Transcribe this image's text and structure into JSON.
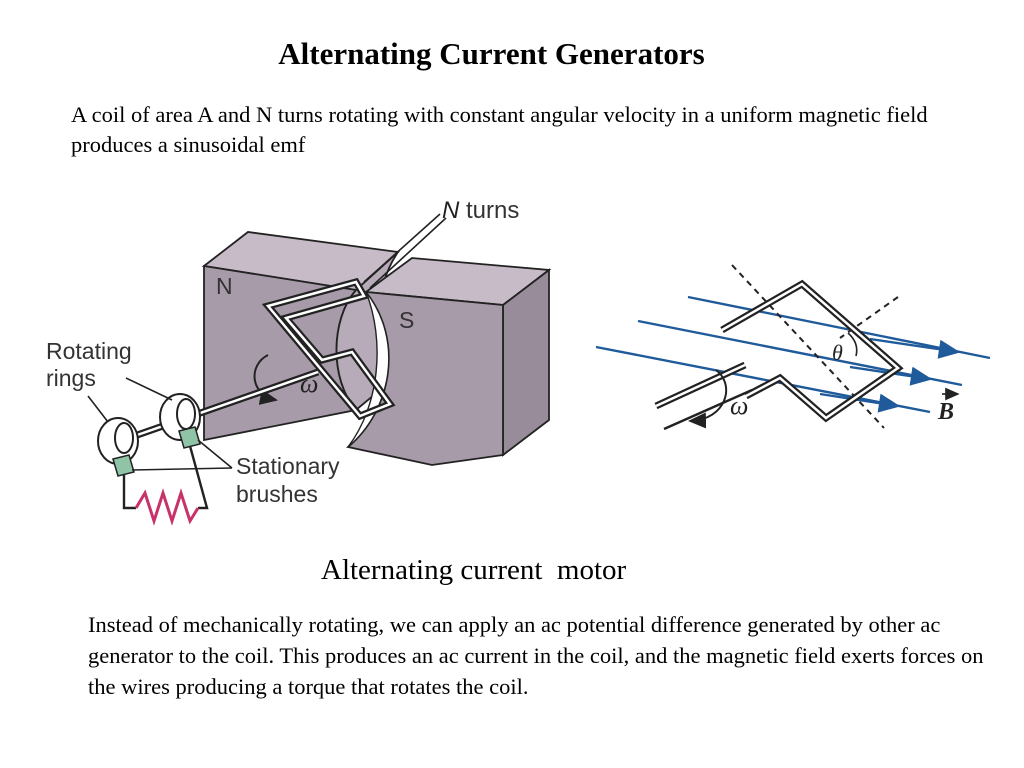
{
  "slide": {
    "title": "Alternating Current Generators",
    "intro": "A coil of area A and N turns rotating with constant angular velocity in a uniform magnetic field produces a sinusoidal emf",
    "subtitle": "Alternating current  motor",
    "body": "Instead of mechanically rotating, we can apply an ac potential difference generated by other ac generator to the coil.  This produces an ac current in the coil, and the magnetic field exerts forces on the wires producing a torque that rotates the coil."
  },
  "generator_diagram": {
    "n_turns_italic": "N",
    "n_turns_rest": " turns",
    "pole_north": "N",
    "pole_south": "S",
    "omega": "ω",
    "rotating_rings_line1": "Rotating",
    "rotating_rings_line2": "rings",
    "stationary_brushes_line1": "Stationary",
    "stationary_brushes_line2": "brushes",
    "colors": {
      "magnet_fill": "#a79aa9",
      "magnet_top": "#c6bbc7",
      "brush_fill": "#8fc4a6",
      "resistor": "#c8326a"
    }
  },
  "field_diagram": {
    "theta": "θ",
    "omega": "ω",
    "field": "B",
    "colors": {
      "field_lines": "#1f5a9a"
    }
  }
}
